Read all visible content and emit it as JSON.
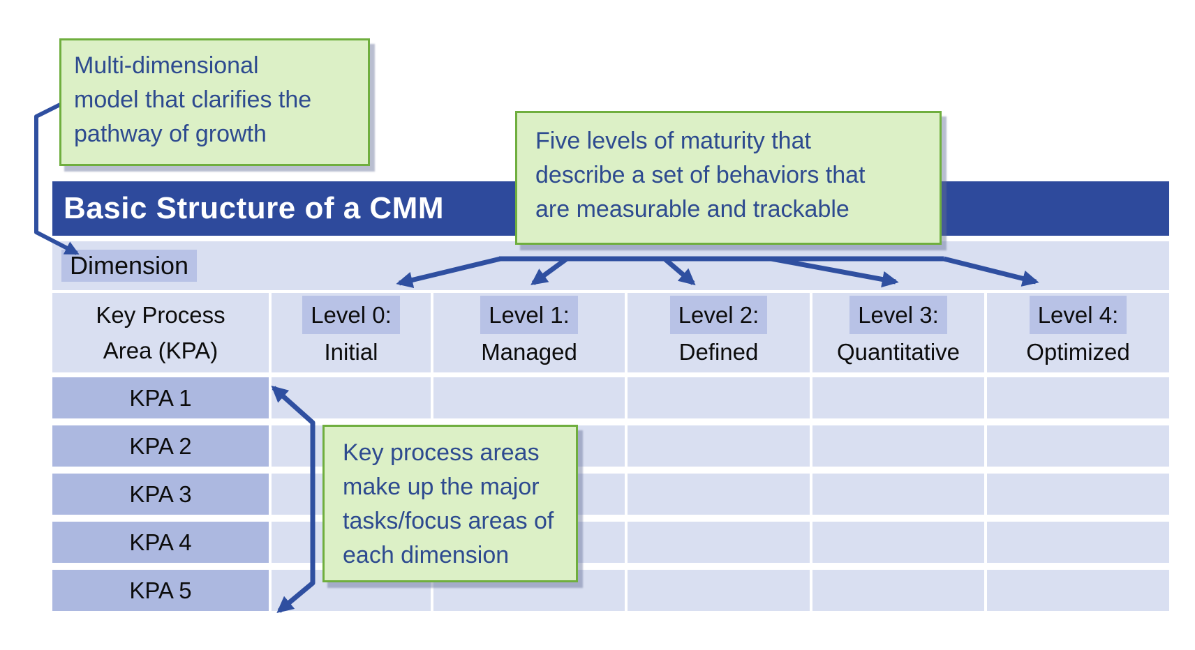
{
  "title_bar": {
    "title": "Basic Structure of a CMM"
  },
  "callouts": {
    "multi_dimensional": {
      "lines": [
        "Multi-dimensional",
        "model that clarifies the",
        "pathway of growth"
      ]
    },
    "five_levels": {
      "lines": [
        "Five levels of maturity that",
        "describe a set of behaviors that",
        "are measurable and trackable"
      ]
    },
    "key_process_areas": {
      "lines": [
        "Key process areas",
        "make up the major",
        "tasks/focus areas of",
        "each dimension"
      ]
    }
  },
  "table": {
    "dimension_label": "Dimension",
    "columns": [
      {
        "line1": "Key Process",
        "line2": "Area (KPA)",
        "highlighted": false
      },
      {
        "line1": "Level 0:",
        "line2": "Initial",
        "highlighted": true
      },
      {
        "line1": "Level 1:",
        "line2": "Managed",
        "highlighted": true
      },
      {
        "line1": "Level 2:",
        "line2": "Defined",
        "highlighted": true
      },
      {
        "line1": "Level 3:",
        "line2": "Quantitative",
        "highlighted": true
      },
      {
        "line1": "Level 4:",
        "line2": "Optimized",
        "highlighted": true
      }
    ],
    "kpa_rows": [
      "KPA 1",
      "KPA 2",
      "KPA 3",
      "KPA 4",
      "KPA 5"
    ]
  },
  "colors": {
    "title_bar": "#2E4A9C",
    "arrow": "#2F4FA0",
    "callout_fill": "#DCF0C6",
    "callout_border": "#6FAE3E",
    "callout_text": "#2D4A8F",
    "cell_light": "#D9DFF1",
    "cell_chip": "#B8C2E6",
    "cell_kpa": "#ACB8E0"
  }
}
